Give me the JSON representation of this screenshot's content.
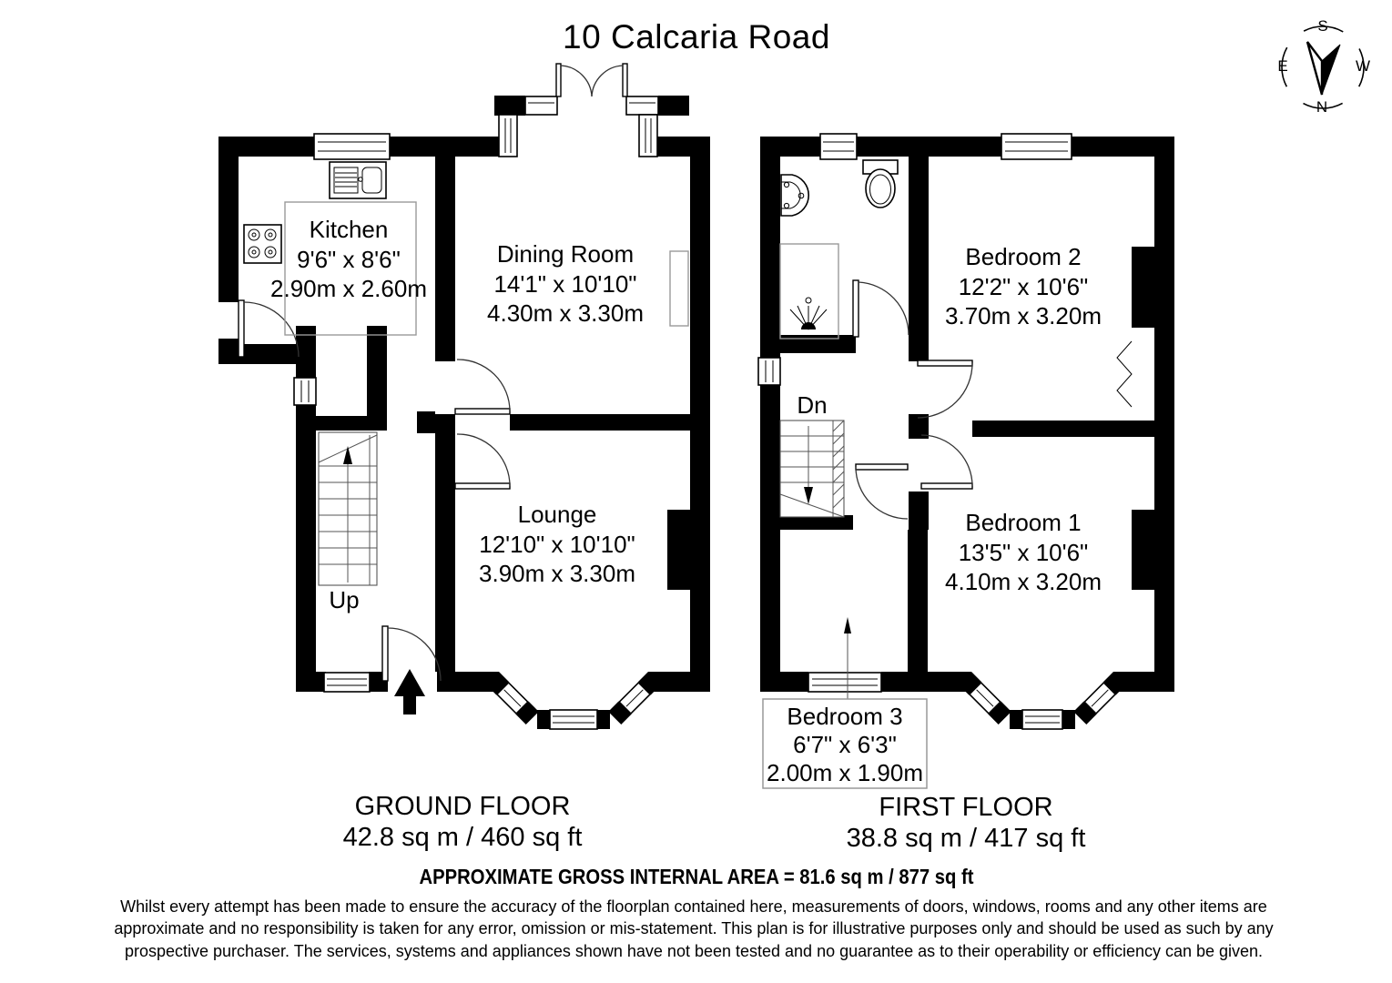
{
  "title": "10 Calcaria Road",
  "compass": {
    "n": "N",
    "s": "S",
    "e": "E",
    "w": "W"
  },
  "ground_floor": {
    "caption": "GROUND FLOOR",
    "area": "42.8 sq m / 460 sq ft",
    "stairs_label": "Up",
    "rooms": {
      "kitchen": {
        "name": "Kitchen",
        "imperial": "9'6\" x 8'6\"",
        "metric": "2.90m x 2.60m"
      },
      "dining": {
        "name": "Dining Room",
        "imperial": "14'1\" x 10'10\"",
        "metric": "4.30m x 3.30m"
      },
      "lounge": {
        "name": "Lounge",
        "imperial": "12'10\" x 10'10\"",
        "metric": "3.90m x 3.30m"
      }
    }
  },
  "first_floor": {
    "caption": "FIRST FLOOR",
    "area": "38.8 sq m / 417 sq ft",
    "stairs_label": "Dn",
    "rooms": {
      "bedroom2": {
        "name": "Bedroom 2",
        "imperial": "12'2\" x 10'6\"",
        "metric": "3.70m x 3.20m"
      },
      "bedroom1": {
        "name": "Bedroom 1",
        "imperial": "13'5\" x 10'6\"",
        "metric": "4.10m x 3.20m"
      },
      "bedroom3": {
        "name": "Bedroom 3",
        "imperial": "6'7\" x 6'3\"",
        "metric": "2.00m x 1.90m"
      }
    }
  },
  "summary": "APPROXIMATE GROSS INTERNAL AREA = 81.6 sq m / 877 sq ft",
  "disclaimer": {
    "line1": "Whilst every attempt has been made to ensure the accuracy of the floorplan contained here, measurements of doors, windows, rooms and any other items are",
    "line2": "approximate and no responsibility is taken for any error, omission or mis-statement. This plan is for illustrative purposes only and should be used as such by any",
    "line3": "prospective purchaser. The services, systems and appliances shown have not been tested and no guarantee as to their operability or efficiency can be given."
  }
}
